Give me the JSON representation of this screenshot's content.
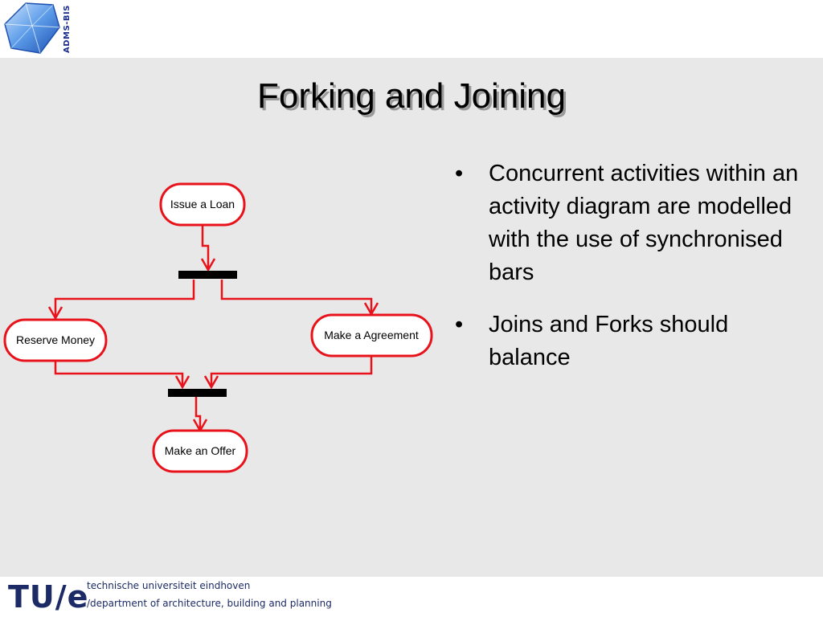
{
  "header": {
    "logo_text": "ADMS-BIS"
  },
  "slide": {
    "title": "Forking and Joining",
    "bullets": [
      "Concurrent activities within an activity diagram are modelled with the use of synchronised bars",
      "Joins and Forks should balance"
    ]
  },
  "diagram": {
    "nodes": {
      "issue": "Issue a Loan",
      "reserve": "Reserve Money",
      "agreement": "Make a Agreement",
      "offer": "Make an Offer"
    },
    "colors": {
      "node_border": "#e8121b",
      "edge": "#e8121b",
      "bar": "#000000",
      "node_fill": "#ffffff"
    }
  },
  "footer": {
    "logo_text": "TU/e",
    "university": "technische universiteit eindhoven",
    "department": "/department of architecture, building and planning"
  }
}
